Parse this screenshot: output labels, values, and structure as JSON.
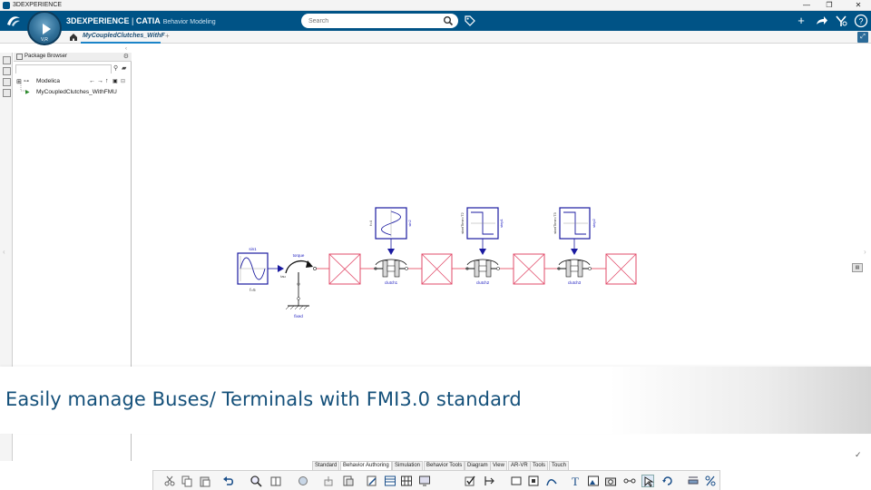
{
  "window": {
    "title": "3DEXPERIENCE",
    "minimize": "—",
    "restore": "❐",
    "close": "✕"
  },
  "topbar": {
    "brand_main": "3DEXPERIENCE",
    "brand_sep": " | ",
    "brand_product": "CATIA",
    "brand_app": "Behavior Modeling",
    "search_placeholder": "Search",
    "compass_label": "V,R",
    "colors": {
      "bar": "#005386",
      "accent": "#1b84c8"
    }
  },
  "tabs": {
    "document_tab": "MyCoupledClutches_WithF",
    "add": "+"
  },
  "package_browser": {
    "title": "Package Browser",
    "search_value": "",
    "tree": [
      {
        "label": "Modelica",
        "level": 0
      },
      {
        "label": "MyCoupledClutches_WithFMU",
        "level": 1
      }
    ]
  },
  "diagram": {
    "labels": {
      "sin1": "sin1",
      "sin1_param": "f=5",
      "torque": "torque",
      "tau": "tau",
      "fixed": "fixed",
      "clutch1": "clutch1",
      "clutch2": "clutch2",
      "clutch3": "clutch3",
      "sin2": "sin2",
      "sin2_param": "f=4",
      "step1": "step1",
      "step1_param": "startTime=T2",
      "step2": "step2",
      "step2_param": "startTime=T3"
    },
    "colors": {
      "component": "#1a1aa0",
      "connection_red": "#e0304a",
      "inertia_red": "#e24b6a",
      "label_blue": "#2020c0"
    }
  },
  "banner": {
    "text": "Easily manage Buses/ Terminals with FMI3.0 standard"
  },
  "bottom_tabs": [
    {
      "label": "Standard",
      "active": false
    },
    {
      "label": "Behavior Authoring",
      "active": true
    },
    {
      "label": "Simulation",
      "active": false
    },
    {
      "label": "Behavior Tools",
      "active": false
    },
    {
      "label": "Diagram",
      "active": false
    },
    {
      "label": "View",
      "active": false
    },
    {
      "label": "AR-VR",
      "active": false
    },
    {
      "label": "Tools",
      "active": false
    },
    {
      "label": "Touch",
      "active": false
    }
  ],
  "toolbar_icons": [
    "cut-icon",
    "copy-icon",
    "paste-icon",
    "undo-icon",
    "zoom-icon",
    "book-icon",
    "component-icon",
    "export-icon",
    "document-icon",
    "edit-icon",
    "table-icon",
    "grid-icon",
    "screen-icon",
    "check-icon",
    "branch-icon",
    "rectangle-icon",
    "frame-icon",
    "draw-icon",
    "text-icon",
    "image-icon",
    "camera-icon",
    "connector-icon",
    "select-icon",
    "rotate-icon",
    "transform-icon",
    "percent-icon"
  ]
}
